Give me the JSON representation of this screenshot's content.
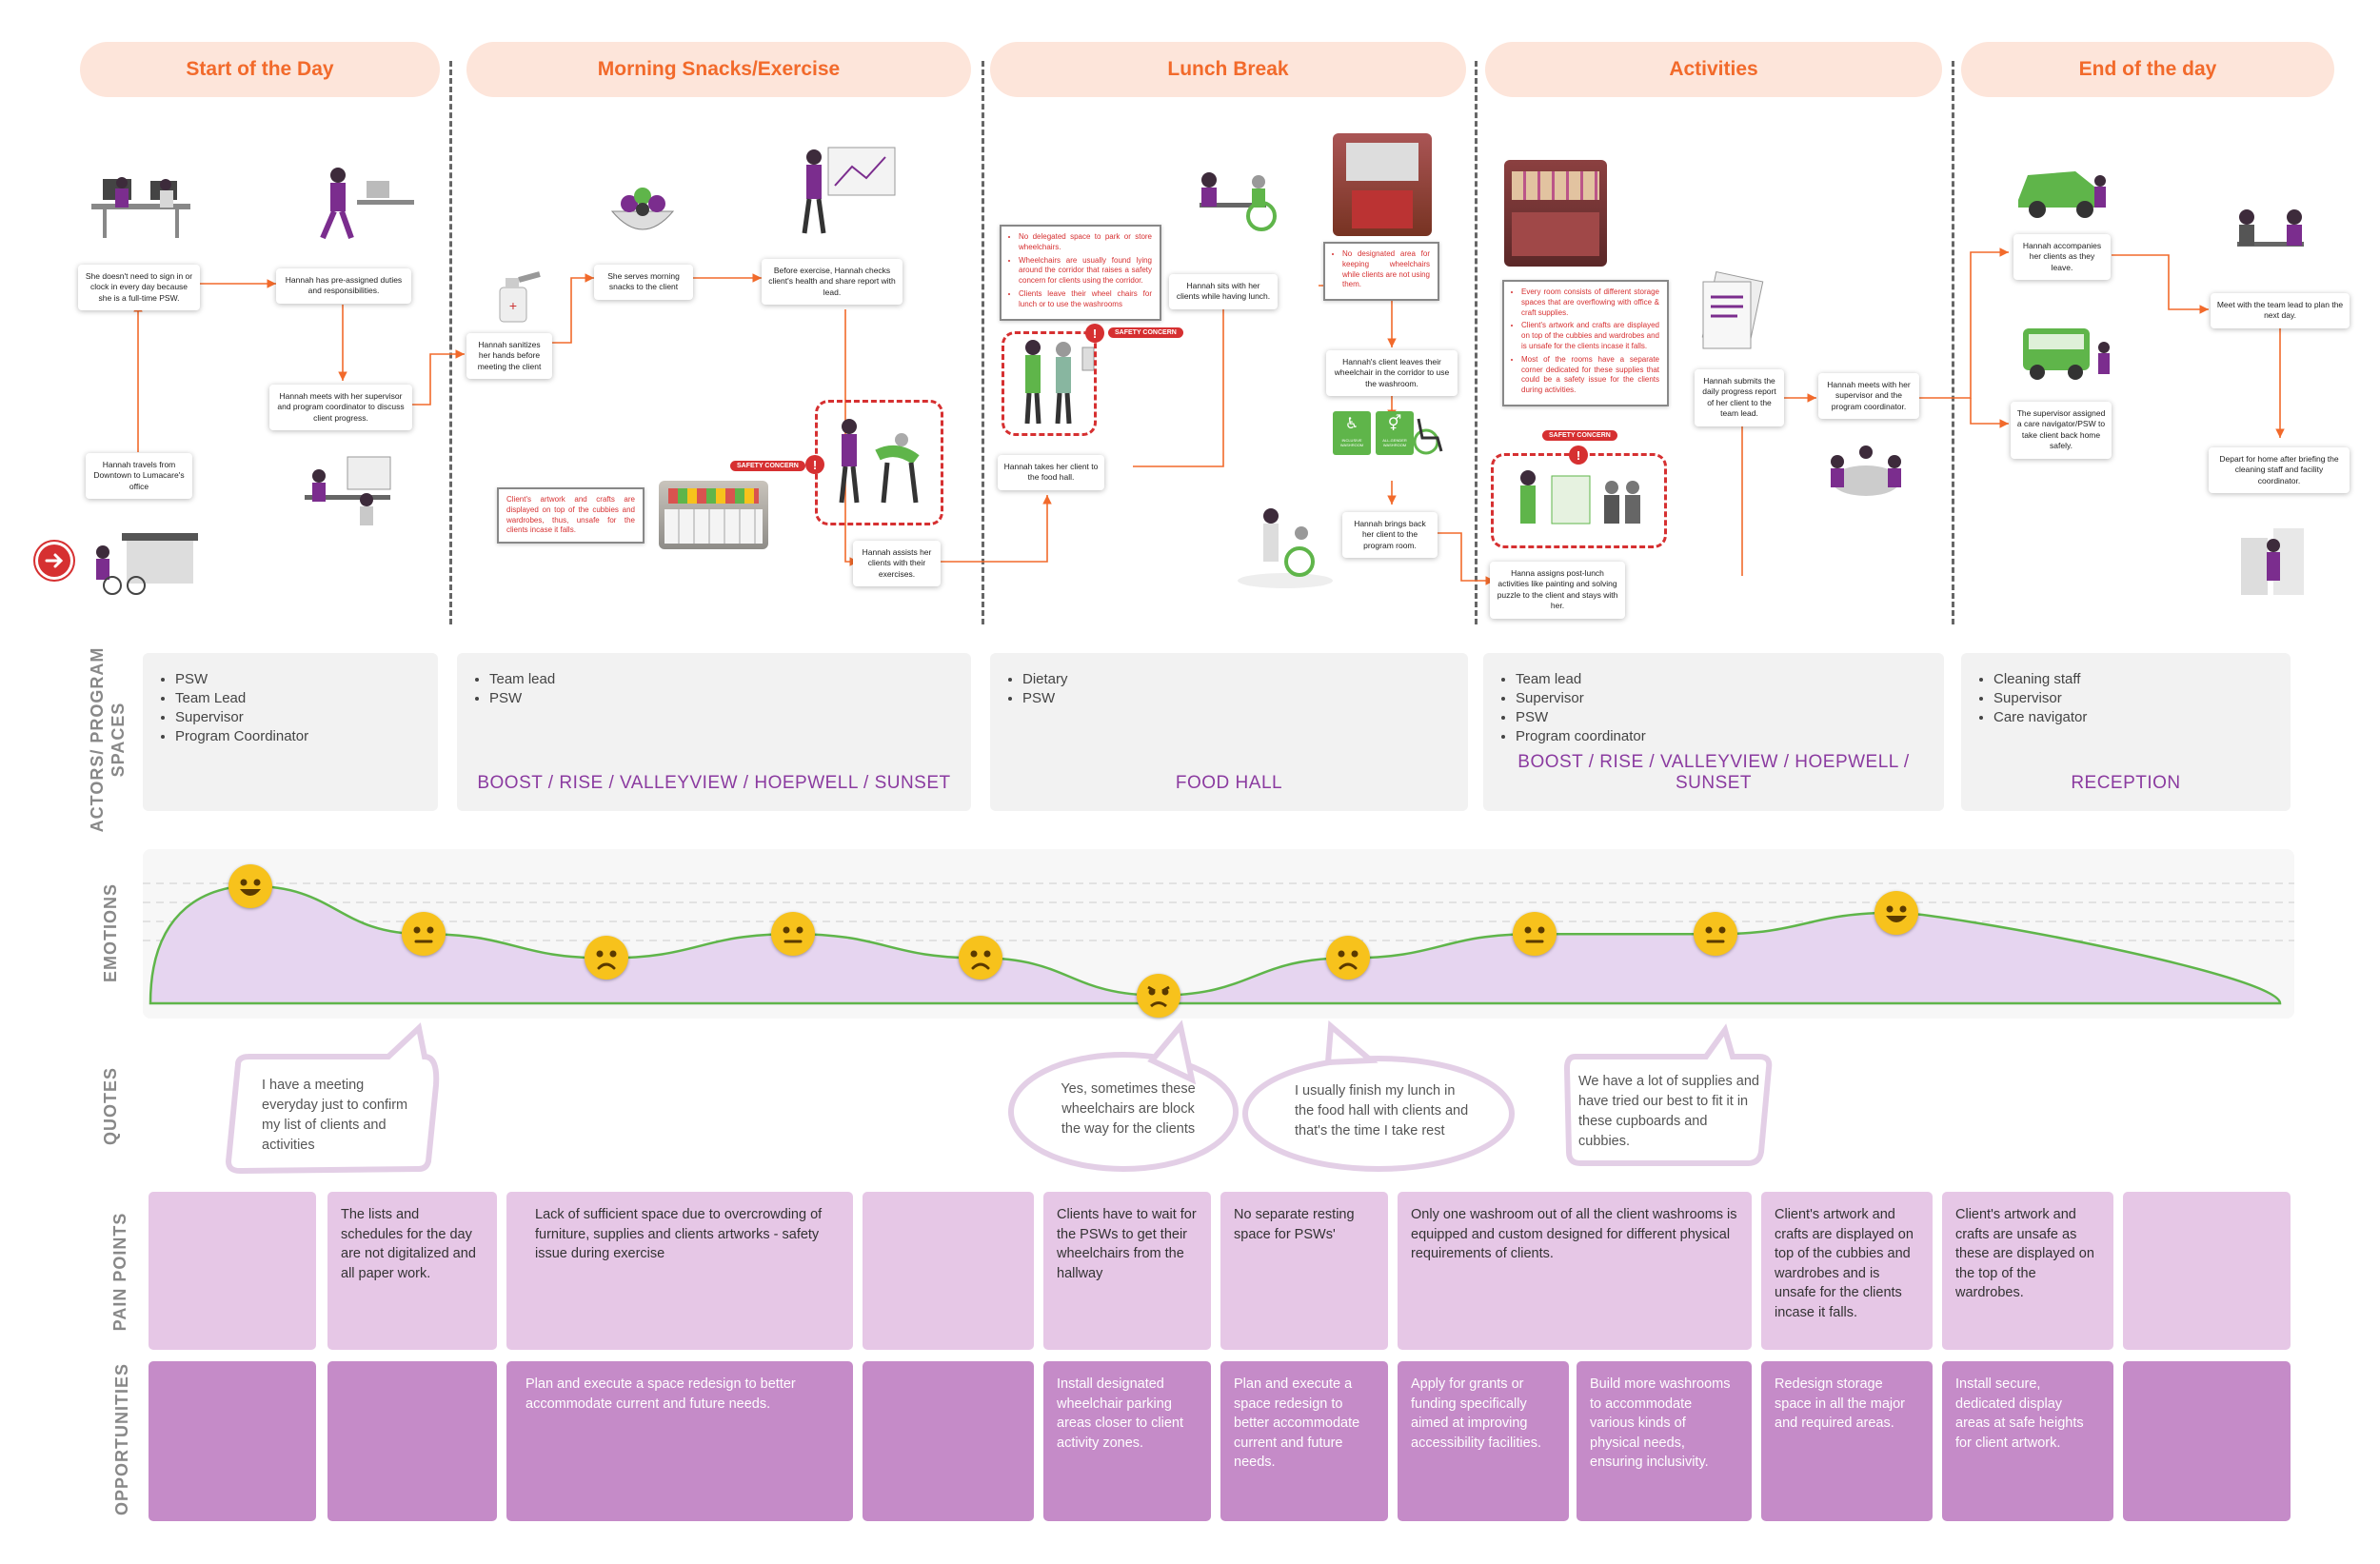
{
  "phases": [
    {
      "title": "Start of the Day"
    },
    {
      "title": "Morning Snacks/Exercise"
    },
    {
      "title": "Lunch Break"
    },
    {
      "title": "Activities"
    },
    {
      "title": "End of the day"
    }
  ],
  "steps": {
    "s1": "She doesn't need to sign in or clock in every day because she is a full-time PSW.",
    "s2": "Hannah has pre-assigned duties and responsibilities.",
    "s3": "Hannah travels from Downtown to Lumacare's office",
    "s4": "Hannah meets with her supervisor and program coordinator to discuss client progress.",
    "s5": "Hannah sanitizes her hands before meeting the client",
    "s6": "She serves morning snacks to the client",
    "s7": "Before exercise, Hannah checks client's health and share report with lead.",
    "s8": "Hannah assists her clients with their exercises.",
    "s9": "Hannah takes her client to the food hall.",
    "s10": "Hannah sits with her clients while having lunch.",
    "s11": "Hannah's client leaves their wheelchair in the corridor to use the washroom.",
    "s12": "Hannah brings back her client to the program room.",
    "s13": "Hanna assigns post-lunch activities like painting and solving puzzle to the client and stays with her.",
    "s14": "Hannah submits the daily progress report of her client to the team lead.",
    "s15": "Hannah meets with her supervisor and the program coordinator.",
    "s16": "Hannah accompanies her clients as they leave.",
    "s17": "Meet with the team lead to plan the next day.",
    "s18": "The supervisor assigned a care navigator/PSW to take client back home safely.",
    "s19": "Depart for home after briefing the cleaning staff and facility coordinator."
  },
  "concerns": {
    "badge": "SAFETY CONCERN",
    "morning": "Client's artwork and crafts are displayed on top of the cubbies and wardrobes, thus, unsafe for the clients incase it falls.",
    "lunch": [
      "No delegated space to park or store wheelchairs.",
      "Wheelchairs are usually found lying around the corridor that raises a safety concern for clients using the corridor.",
      "Clients leave their wheel chairs for lunch or to use the washrooms"
    ],
    "lunch_area": "No designated area for keeping wheelchairs while clients are not using them.",
    "activities": [
      "Every room consists of different storage spaces that are overflowing with office & craft supplies.",
      "Client's artwork and crafts are displayed on top of the cubbies and wardrobes and is unsafe for the clients incase it falls.",
      "Most of the rooms have a separate corner dedicated for these supplies that could be a safety issue for the clients during activities."
    ],
    "washroom_left": "INCLUSIVE WASHROOM",
    "washroom_right": "ALL-GENDER WASHROOM"
  },
  "labels": {
    "actors": "ACTORS/ PROGRAM SPACES",
    "emotions": "EMOTIONS",
    "quotes": "QUOTES",
    "pain": "PAIN POINTS",
    "opps": "OPPORTUNITIES"
  },
  "actors": [
    {
      "items": [
        "PSW",
        "Team Lead",
        "Supervisor",
        "Program Coordinator"
      ],
      "space": ""
    },
    {
      "items": [
        "Team lead",
        "PSW"
      ],
      "space": "BOOST / RISE / VALLEYVIEW / HOEPWELL / SUNSET"
    },
    {
      "items": [
        "Dietary",
        "PSW"
      ],
      "space": "FOOD HALL"
    },
    {
      "items": [
        "Team lead",
        "Supervisor",
        "PSW",
        "Program coordinator"
      ],
      "space": "BOOST / RISE / VALLEYVIEW / HOEPWELL / SUNSET"
    },
    {
      "items": [
        "Cleaning staff",
        "Supervisor",
        "Care navigator"
      ],
      "space": "RECEPTION"
    }
  ],
  "emotions": [
    {
      "mood": "happy",
      "level": 0.88
    },
    {
      "mood": "neutral",
      "level": 0.52
    },
    {
      "mood": "sad",
      "level": 0.34
    },
    {
      "mood": "neutral",
      "level": 0.52
    },
    {
      "mood": "sad",
      "level": 0.34
    },
    {
      "mood": "angry",
      "level": 0.06
    },
    {
      "mood": "sad",
      "level": 0.34
    },
    {
      "mood": "neutral",
      "level": 0.52
    },
    {
      "mood": "neutral",
      "level": 0.52
    },
    {
      "mood": "happy",
      "level": 0.68
    }
  ],
  "quotes": [
    "I have a meeting everyday just to confirm my list of clients and activities",
    "Yes, sometimes these wheelchairs are block the way for the clients",
    "I usually finish my lunch in the food hall with clients and that's the time I take rest",
    "We have a lot of supplies and have tried our best to fit it in these cupboards and cubbies."
  ],
  "pain_points": [
    "",
    "The lists and schedules for the day are not digitalized and all paper work.",
    "Lack of sufficient space due to overcrowding of furniture, supplies and clients artworks - safety issue during exercise",
    "",
    "Clients have to wait for the PSWs to get their wheelchairs from the hallway",
    "No separate resting space for PSWs'",
    "Only one washroom out of all the client washrooms is equipped and custom designed for different physical requirements of clients.",
    "Client's artwork and crafts are displayed on top of the cubbies and wardrobes and is unsafe for the clients incase it falls.",
    "Client's artwork and crafts are unsafe as these are displayed on the top of the wardrobes.",
    ""
  ],
  "opportunities": [
    "",
    "",
    "Plan and execute a space redesign to better accommodate current and future needs.",
    "",
    "Install designated wheelchair parking areas closer to client activity zones.",
    "Plan and execute a space redesign to better accommodate current and future needs.",
    "Apply for grants or funding specifically aimed at improving accessibility facilities.",
    "Build more washrooms to accommodate various kinds of physical needs, ensuring inclusivity.",
    "Redesign storage space in all the major and required areas.",
    "Install secure, dedicated display areas at safe heights for client artwork.",
    ""
  ],
  "colors": {
    "accent": "#f26a2b",
    "phase_bg": "#fde5da",
    "purple": "#8b3ba0",
    "pain": "#e6c7e6",
    "opportunity": "#c58bc8",
    "emotion_fill": "#e6d5f0",
    "emotion_line": "#5fb54a",
    "danger": "#d63031"
  }
}
